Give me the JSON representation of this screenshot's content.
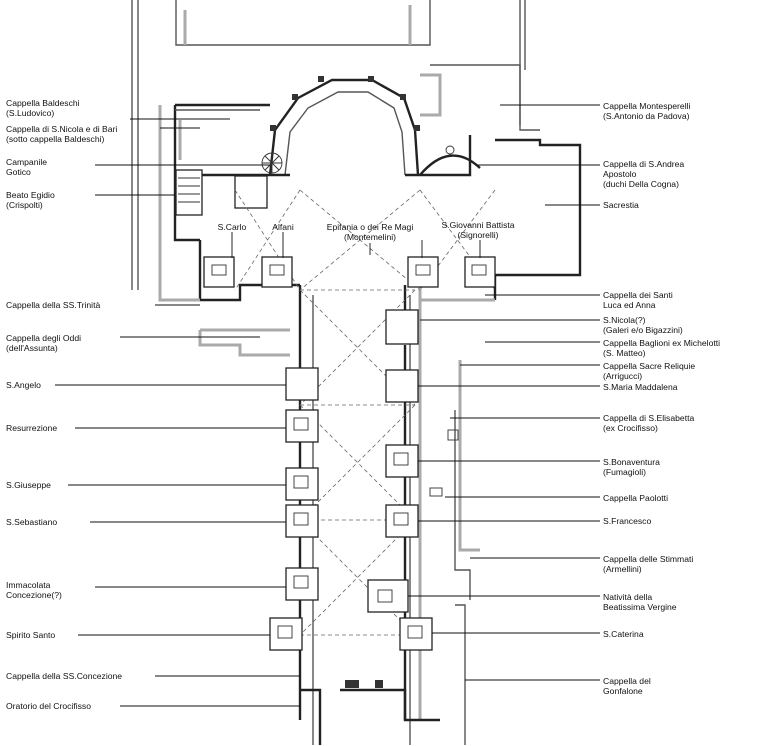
{
  "labels_left": [
    {
      "id": "baldeschi",
      "lines": [
        "Cappella Baldeschi",
        "(S.Ludovico)"
      ]
    },
    {
      "id": "nicola-bari",
      "lines": [
        "Cappella di S.Nicola e di Bari",
        "(sotto cappella Baldeschi)"
      ]
    },
    {
      "id": "campanile",
      "lines": [
        "Campanile",
        "Gotico"
      ]
    },
    {
      "id": "egidio",
      "lines": [
        "Beato Egidio",
        "(Crispolti)"
      ]
    },
    {
      "id": "trinita",
      "lines": [
        "Cappella della SS.Trinità"
      ]
    },
    {
      "id": "oddi",
      "lines": [
        "Cappella degli Oddi",
        "(dell'Assunta)"
      ]
    },
    {
      "id": "angelo",
      "lines": [
        "S.Angelo"
      ]
    },
    {
      "id": "resurrezione",
      "lines": [
        "Resurrezione"
      ]
    },
    {
      "id": "giuseppe",
      "lines": [
        "S.Giuseppe"
      ]
    },
    {
      "id": "sebastiano",
      "lines": [
        "S.Sebastiano"
      ]
    },
    {
      "id": "immacolata",
      "lines": [
        "Immacolata",
        "Concezione(?)"
      ]
    },
    {
      "id": "spirito",
      "lines": [
        "Spirito Santo"
      ]
    },
    {
      "id": "concezione",
      "lines": [
        "Cappella della SS.Concezione"
      ]
    },
    {
      "id": "oratorio",
      "lines": [
        "Oratorio del Crocifisso"
      ]
    }
  ],
  "labels_right": [
    {
      "id": "montesperelli",
      "lines": [
        "Cappella Montesperelli",
        "(S.Antonio da Padova)"
      ]
    },
    {
      "id": "andrea",
      "lines": [
        "Cappella di S.Andrea",
        "Apostolo",
        "(duchi Della Cogna)"
      ]
    },
    {
      "id": "sacrestia",
      "lines": [
        "Sacrestia"
      ]
    },
    {
      "id": "luca-anna",
      "lines": [
        "Cappella dei Santi",
        "Luca ed Anna"
      ]
    },
    {
      "id": "nicola-galeri",
      "lines": [
        "S.Nicola(?)",
        "(Galeri e/o Bigazzini)"
      ]
    },
    {
      "id": "baglioni",
      "lines": [
        "Cappella Baglioni ex Michelotti",
        "(S. Matteo)"
      ]
    },
    {
      "id": "reliquie",
      "lines": [
        "Cappella Sacre Reliquie",
        "(Arrigucci)"
      ]
    },
    {
      "id": "maddalena",
      "lines": [
        "S.Maria Maddalena"
      ]
    },
    {
      "id": "elisabetta",
      "lines": [
        "Cappella di S.Elisabetta",
        "(ex Crocifisso)"
      ]
    },
    {
      "id": "bonaventura",
      "lines": [
        "S.Bonaventura",
        "(Fumagioli)"
      ]
    },
    {
      "id": "paolotti",
      "lines": [
        "Cappella Paolotti"
      ]
    },
    {
      "id": "francesco",
      "lines": [
        "S.Francesco"
      ]
    },
    {
      "id": "stimmati",
      "lines": [
        "Cappella delle Stimmati",
        "(Armellini)"
      ]
    },
    {
      "id": "nativita",
      "lines": [
        "Natività della",
        "Beatissima Vergine"
      ]
    },
    {
      "id": "caterina",
      "lines": [
        "S.Caterina"
      ]
    },
    {
      "id": "gonfalone",
      "lines": [
        "Cappella del",
        "Gonfalone"
      ]
    }
  ],
  "labels_top": [
    {
      "id": "carlo",
      "lines": [
        "S.Carlo"
      ]
    },
    {
      "id": "alfani",
      "lines": [
        "Alfani"
      ]
    },
    {
      "id": "epifania",
      "lines": [
        "Epifania o dei Re Magi",
        "(Montemelini)"
      ]
    },
    {
      "id": "battista",
      "lines": [
        "S.Giovanni Battista",
        "(Signorelli)"
      ]
    }
  ]
}
